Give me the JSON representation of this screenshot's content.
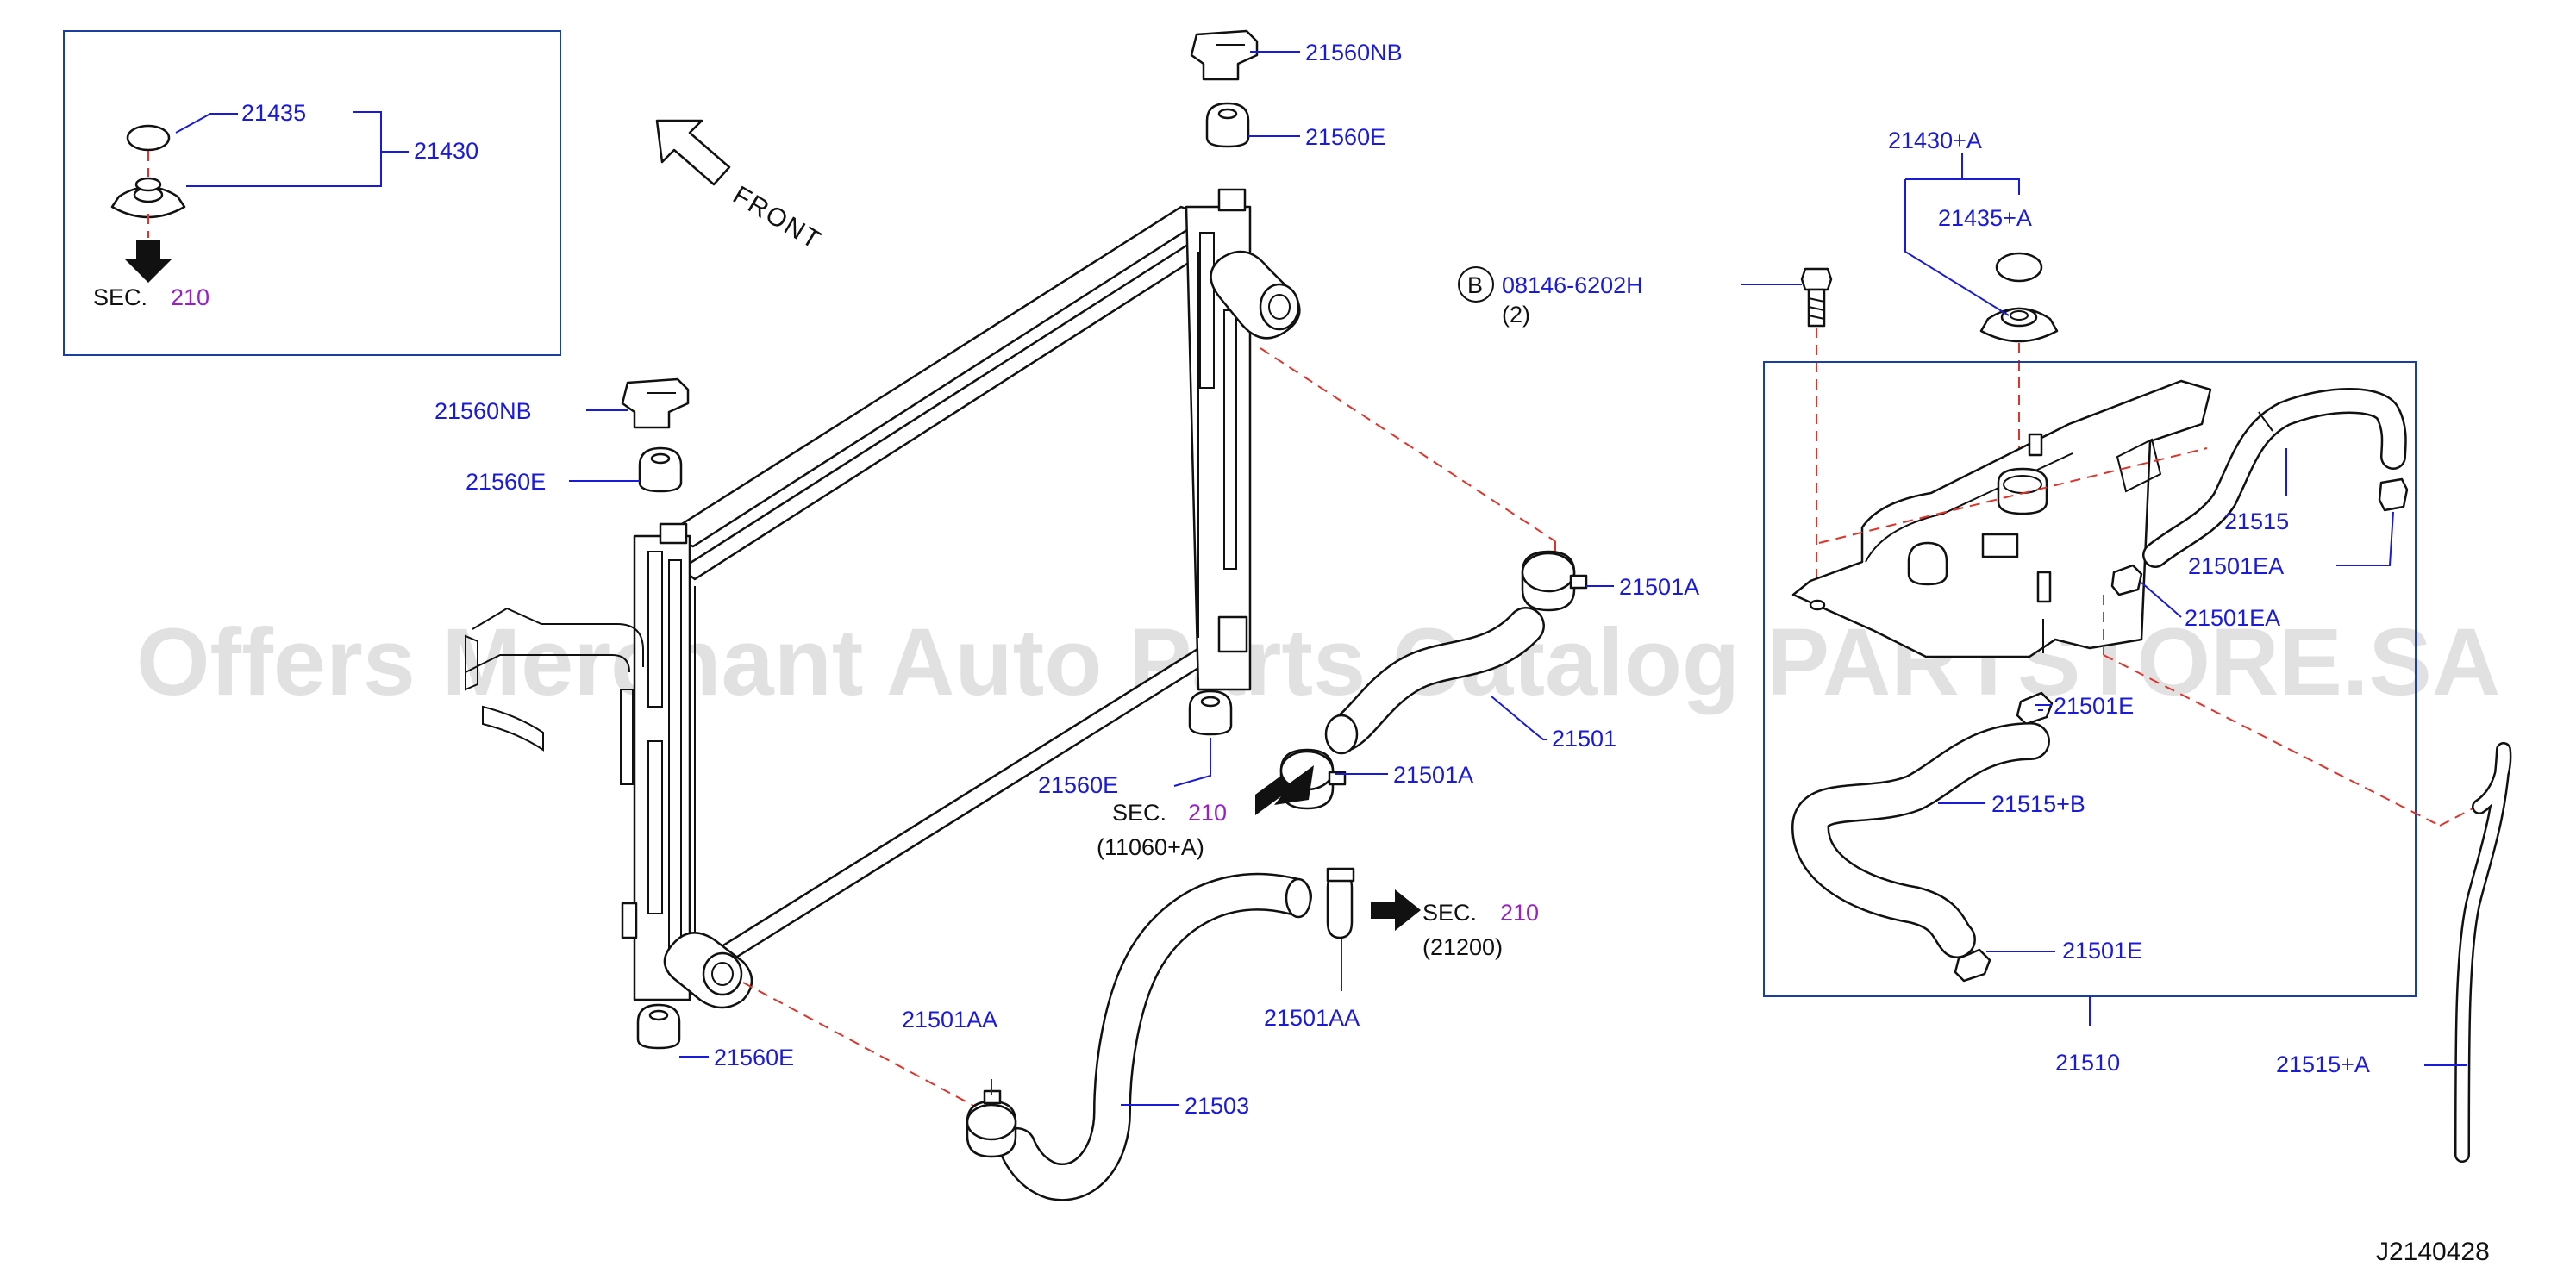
{
  "diagram_code": "J2140428",
  "watermark": "Offers Merchant Auto Parts Catalog PARTSTORE.SA",
  "front_label": "FRONT",
  "bolt_marker": "B",
  "labels": {
    "p21435": "21435",
    "p21430": "21430",
    "p21560NB_top": "21560NB",
    "p21560E_top": "21560E",
    "p21560NB_left": "21560NB",
    "p21560E_left": "21560E",
    "p21560E_mid": "21560E",
    "p21560E_bottom": "21560E",
    "p21501A_upper": "21501A",
    "p21501A_lower": "21501A",
    "p21501": "21501",
    "p21503": "21503",
    "p21501AA_left": "21501AA",
    "p21501AA_right": "21501AA",
    "p08146": "08146-6202H",
    "p08146_qty": "(2)",
    "p21430A": "21430+A",
    "p21435A": "21435+A",
    "p21515": "21515",
    "p21501EA_a": "21501EA",
    "p21501EA_b": "21501EA",
    "p21501E_upper": "21501E",
    "p21515B": "21515+B",
    "p21501E_lower": "21501E",
    "p21510": "21510",
    "p21515A": "21515+A"
  },
  "sections": {
    "inset": {
      "prefix": "SEC.",
      "number": "210"
    },
    "engine": {
      "prefix": "SEC.",
      "number": "210",
      "ref": "(11060+A)"
    },
    "heater": {
      "prefix": "SEC.",
      "number": "210",
      "ref": "(21200)"
    }
  },
  "colors": {
    "label_blue": "#1a1adb",
    "section_purple": "#9b1fc9",
    "dashed_red": "#e0342a",
    "frame_blue": "#1a3fa0",
    "line_black": "#111111",
    "watermark_grey": "#c8c8c8"
  }
}
